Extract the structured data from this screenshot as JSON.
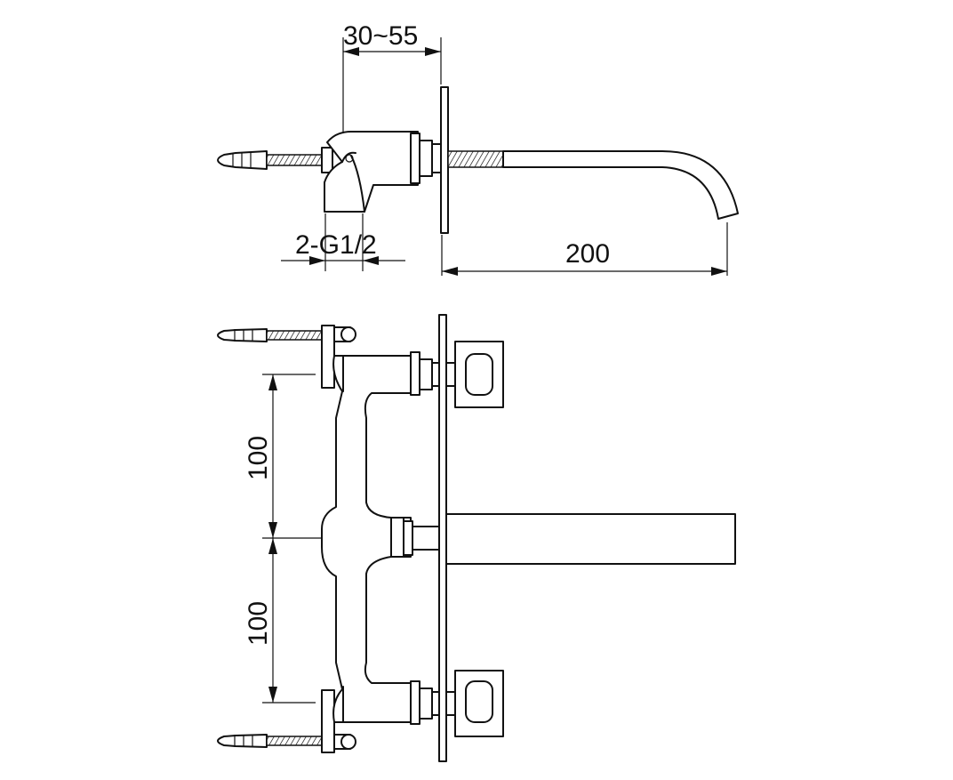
{
  "dimensions": {
    "wall_thickness": "30~55",
    "inlet_thread": "2-G1/2",
    "spout_reach": "200",
    "handle_spacing_upper": "100",
    "handle_spacing_lower": "100"
  }
}
